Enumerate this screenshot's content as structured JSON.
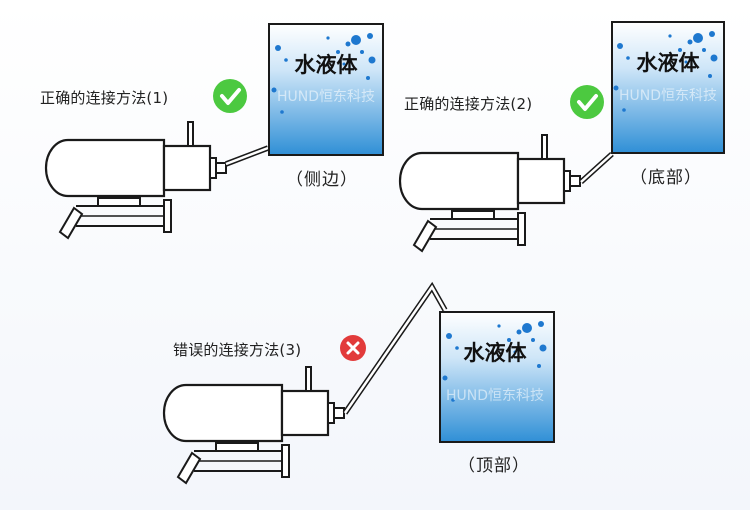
{
  "diagram": {
    "methods": [
      {
        "label": "正确的连接方法(1)",
        "status": "correct",
        "tank_label": "水液体",
        "position_caption": "（侧边）",
        "watermark": "HUND恒东科技"
      },
      {
        "label": "正确的连接方法(2)",
        "status": "correct",
        "tank_label": "水液体",
        "position_caption": "（底部）",
        "watermark": "HUND恒东科技"
      },
      {
        "label": "错误的连接方法(3)",
        "status": "wrong",
        "tank_label": "水液体",
        "position_caption": "（顶部）",
        "watermark": "HUND恒东科技"
      }
    ],
    "colors": {
      "correct": "#4cc940",
      "wrong": "#e23b3b",
      "liquid_top": "#ffffff",
      "liquid_bottom": "#2f8fd6",
      "outline": "#1a1a1a"
    },
    "icons": {
      "correct": "check-circle-icon",
      "wrong": "cross-circle-icon"
    }
  }
}
